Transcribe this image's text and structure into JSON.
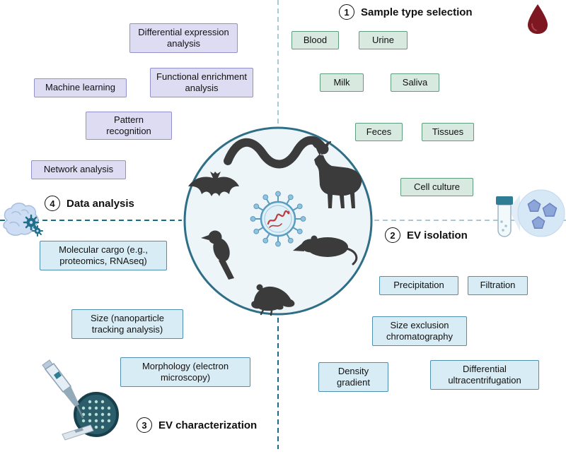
{
  "sections": {
    "sample_type": {
      "num": "1",
      "label": "Sample type selection",
      "items": [
        "Blood",
        "Urine",
        "Milk",
        "Saliva",
        "Feces",
        "Tissues",
        "Cell culture"
      ]
    },
    "ev_isolation": {
      "num": "2",
      "label": "EV isolation",
      "items": [
        "Precipitation",
        "Filtration",
        "Size exclusion chromatography",
        "Density gradient",
        "Differential ultracentrifugation"
      ]
    },
    "ev_characterization": {
      "num": "3",
      "label": "EV characterization",
      "items": [
        "Molecular cargo (e.g., proteomics, RNAseq)",
        "Size (nanoparticle tracking analysis)",
        "Morphology (electron microscopy)"
      ]
    },
    "data_analysis": {
      "num": "4",
      "label": "Data analysis",
      "items": [
        "Differential expression analysis",
        "Machine learning",
        "Functional enrichment analysis",
        "Pattern recognition",
        "Network analysis"
      ]
    }
  },
  "colors": {
    "sample_box_bg": "#d8eadf",
    "sample_box_border": "#5f9d7e",
    "method_box_bg": "#d8ecf5",
    "method_box_border": "#4e8fae",
    "analysis_box_bg": "#dedcf2",
    "analysis_box_border": "#9290c8",
    "dash_dark": "#1b6d86",
    "dash_light": "#a9c9d8",
    "center_circle_fill": "#eef5f8",
    "center_circle_border": "#2e6e87",
    "blood_drop": "#7d1822",
    "silhouette": "#3b3b3b",
    "ev_accent": "#5a9cc0",
    "rna_red": "#bf3b3b"
  },
  "icons": {
    "step1": "blood-drop-icon",
    "step2": "collection-tube-zoom-icon",
    "step3": "pipette-em-icon",
    "step4": "brain-gears-icon",
    "center": [
      "snake-icon",
      "deer-icon",
      "bat-icon",
      "bird-icon",
      "rat-icon",
      "frog-icon",
      "ev-particle-icon"
    ]
  }
}
